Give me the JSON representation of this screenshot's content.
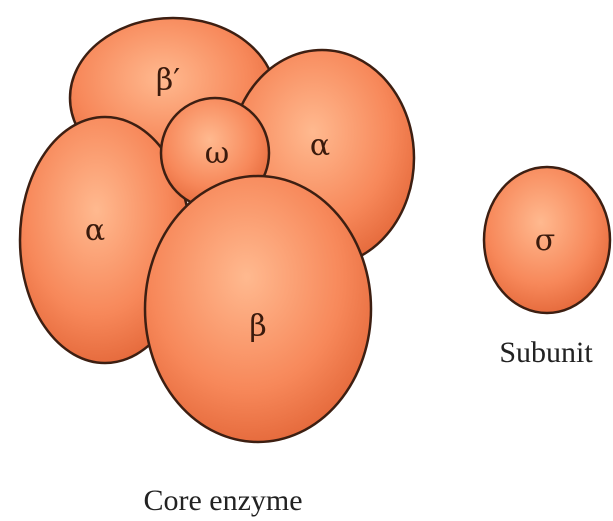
{
  "colors": {
    "fill_light": "#ffb98f",
    "fill_mid": "#f7885a",
    "fill_dark": "#e4683a",
    "outline": "#3d1f12",
    "label": "#3a1a0c"
  },
  "core_enzyme": {
    "subunits": [
      {
        "name": "beta-prime",
        "symbol": "β′"
      },
      {
        "name": "alpha-right",
        "symbol": "α"
      },
      {
        "name": "alpha-left",
        "symbol": "α"
      },
      {
        "name": "omega",
        "symbol": "ω"
      },
      {
        "name": "beta",
        "symbol": "β"
      }
    ],
    "caption": "Core enzyme"
  },
  "sigma_subunit": {
    "symbol": "σ",
    "caption": "Subunit"
  }
}
